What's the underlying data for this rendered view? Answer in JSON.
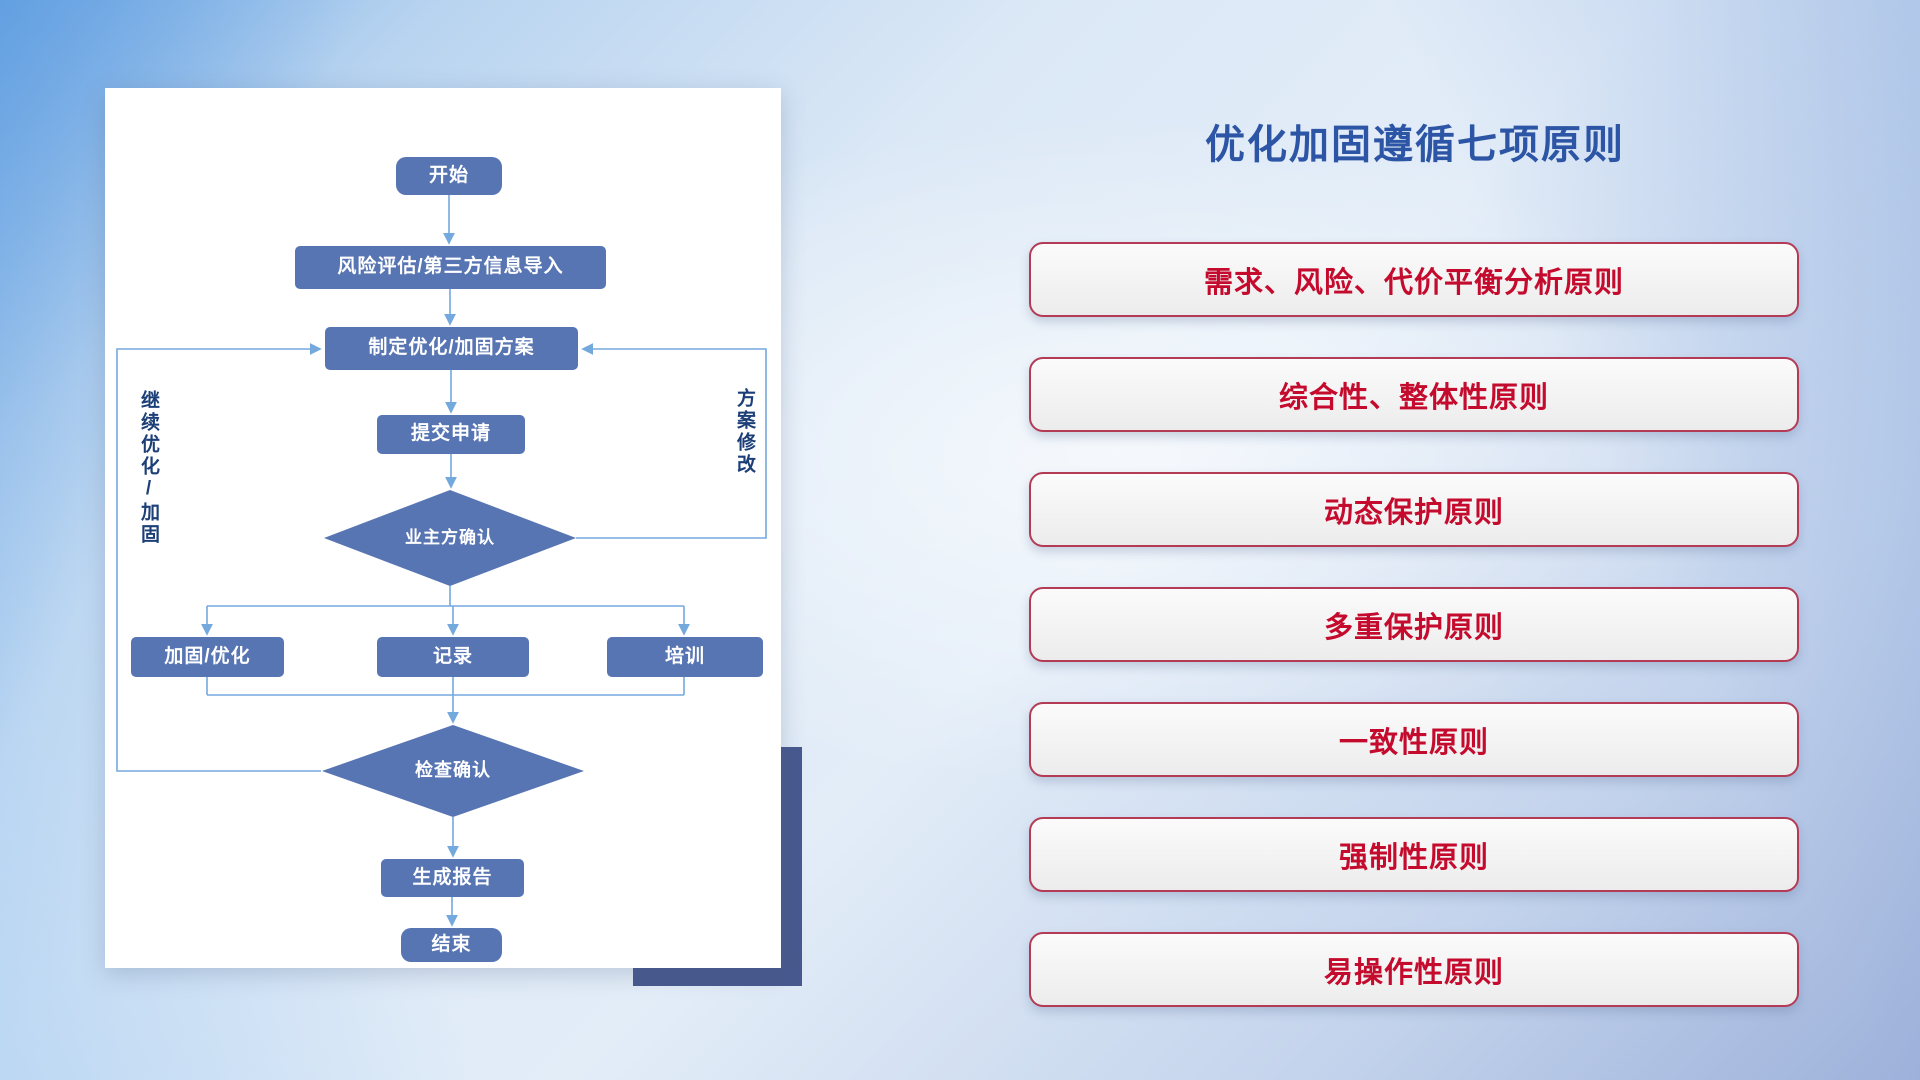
{
  "title": "优化加固遵循七项原则",
  "flowchart": {
    "nodes": {
      "start": "开始",
      "risk_assessment": "风险评估/第三方信息导入",
      "make_plan": "制定优化/加固方案",
      "submit": "提交申请",
      "owner_confirm": "业主方确认",
      "harden_optimize": "加固/优化",
      "record": "记录",
      "training": "培训",
      "check_confirm": "检查确认",
      "generate_report": "生成报告",
      "end": "结束"
    },
    "side_labels": {
      "continue_optimize": "继续优化/加固",
      "plan_modify": "方案修改"
    }
  },
  "principles": {
    "items": [
      {
        "label": "需求、风险、代价平衡分析原则"
      },
      {
        "label": "综合性、整体性原则"
      },
      {
        "label": "动态保护原则"
      },
      {
        "label": "多重保护原则"
      },
      {
        "label": "一致性原则"
      },
      {
        "label": "强制性原则"
      },
      {
        "label": "易操作性原则"
      }
    ]
  },
  "colors": {
    "node_fill": "#5774b3",
    "connector": "#74a9dd",
    "title_text": "#2d55a5",
    "principle_border": "#b33b55",
    "principle_text": "#c40a2d",
    "accent_rect": "#47598e",
    "side_label_text": "#1d3f77"
  }
}
